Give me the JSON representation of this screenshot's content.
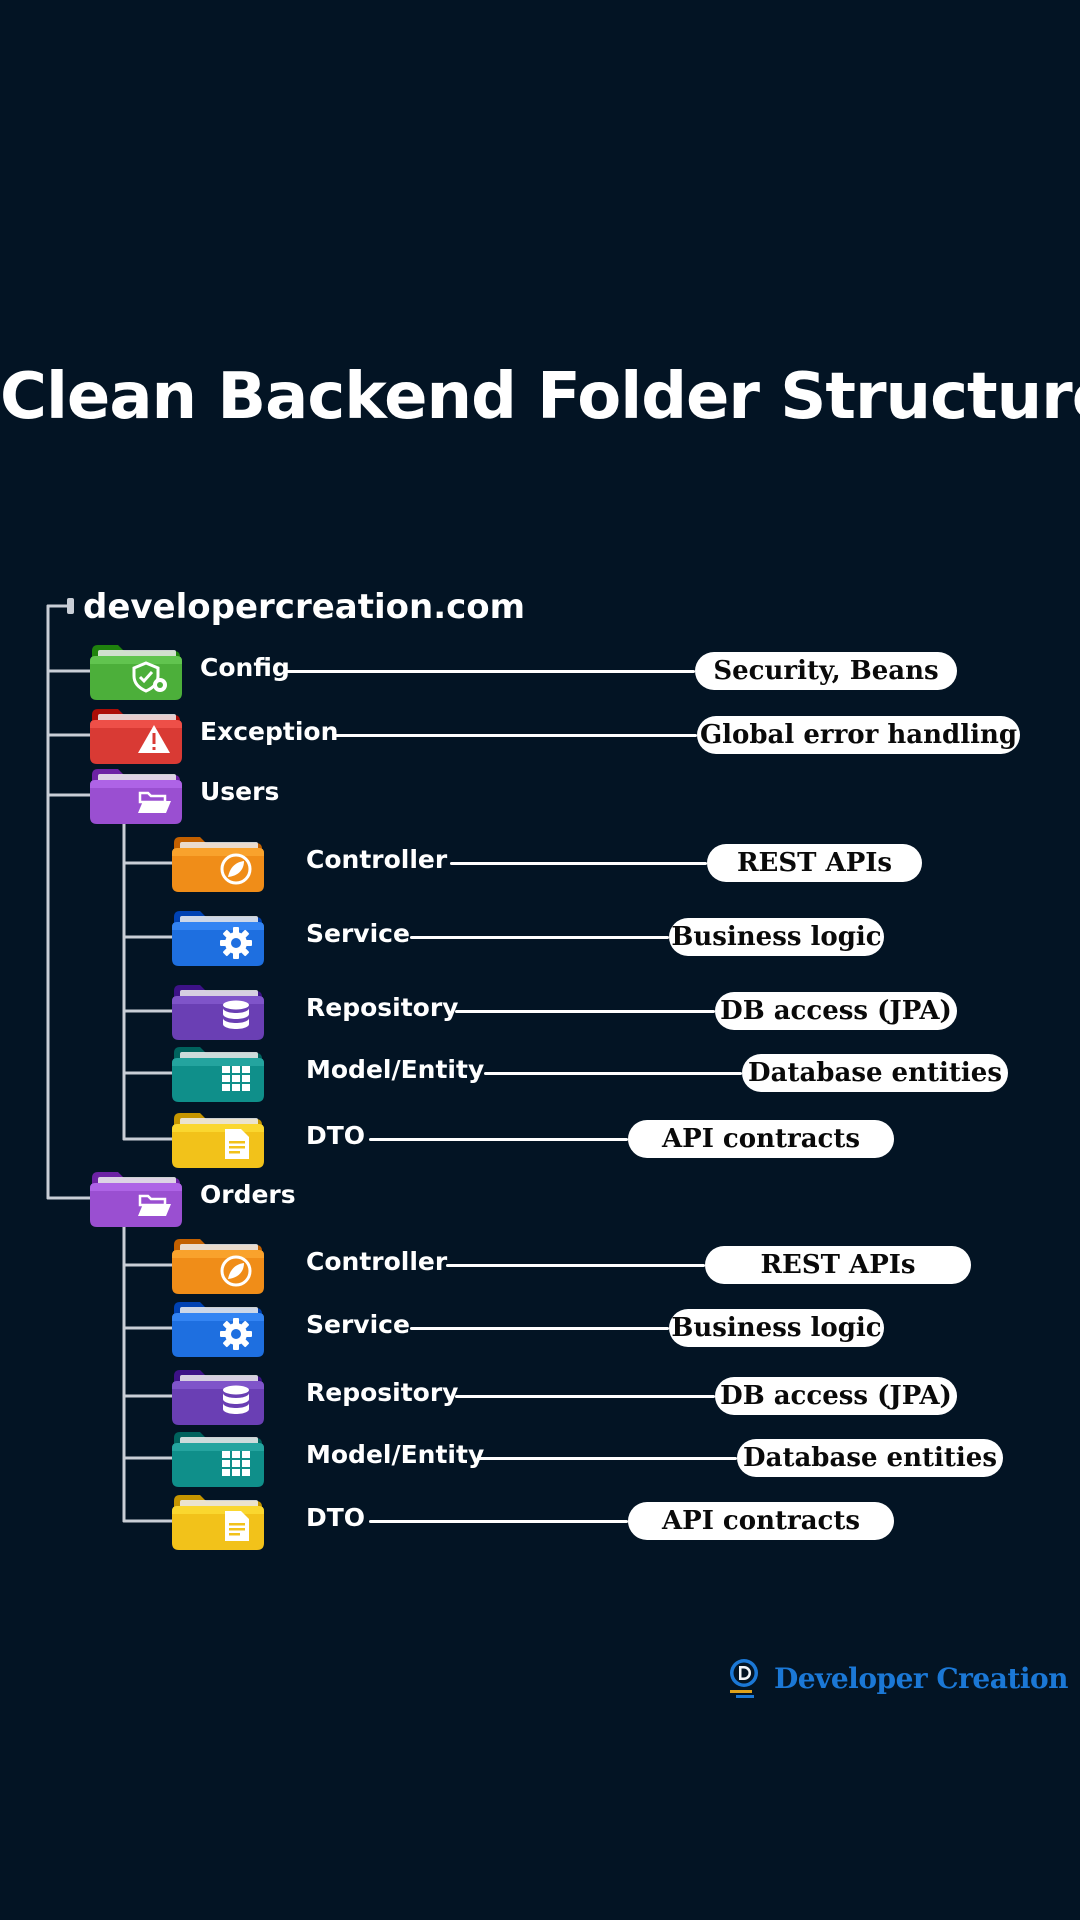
{
  "title": "Clean Backend Folder Structure",
  "root": "developercreation.com",
  "top_items": [
    {
      "label": "Config",
      "icon": "shield-gear-icon",
      "color": "#4caf3a",
      "note": "Security, Beans"
    },
    {
      "label": "Exception",
      "icon": "warning-icon",
      "color": "#d93a34",
      "note": "Global error handling"
    }
  ],
  "modules": [
    {
      "label": "Users",
      "icon": "folder-open-icon",
      "color": "#9a4fd1",
      "children": [
        {
          "label": "Controller",
          "icon": "spring-leaf-icon",
          "color": "#f08d18",
          "note": "REST APIs"
        },
        {
          "label": "Service",
          "icon": "gear-icon",
          "color": "#1e6fe0",
          "note": "Business logic"
        },
        {
          "label": "Repository",
          "icon": "database-icon",
          "color": "#6a3fb4",
          "note": "DB access (JPA)"
        },
        {
          "label": "Model/Entity",
          "icon": "table-grid-icon",
          "color": "#0f8f8a",
          "note": "Database entities"
        },
        {
          "label": "DTO",
          "icon": "document-icon",
          "color": "#f2c21a",
          "note": "API contracts"
        }
      ]
    },
    {
      "label": "Orders",
      "icon": "folder-open-icon",
      "color": "#9a4fd1",
      "children": [
        {
          "label": "Controller",
          "icon": "spring-leaf-icon",
          "color": "#f08d18",
          "note": "REST APIs"
        },
        {
          "label": "Service",
          "icon": "gear-icon",
          "color": "#1e6fe0",
          "note": "Business logic"
        },
        {
          "label": "Repository",
          "icon": "database-icon",
          "color": "#6a3fb4",
          "note": "DB access (JPA)"
        },
        {
          "label": "Model/Entity",
          "icon": "table-grid-icon",
          "color": "#0f8f8a",
          "note": "Database entities"
        },
        {
          "label": "DTO",
          "icon": "document-icon",
          "color": "#f2c21a",
          "note": "API contracts"
        }
      ]
    }
  ],
  "brand": {
    "name": "Developer Creation",
    "icon": "developer-creation-logo",
    "color": "#1b78d6"
  }
}
